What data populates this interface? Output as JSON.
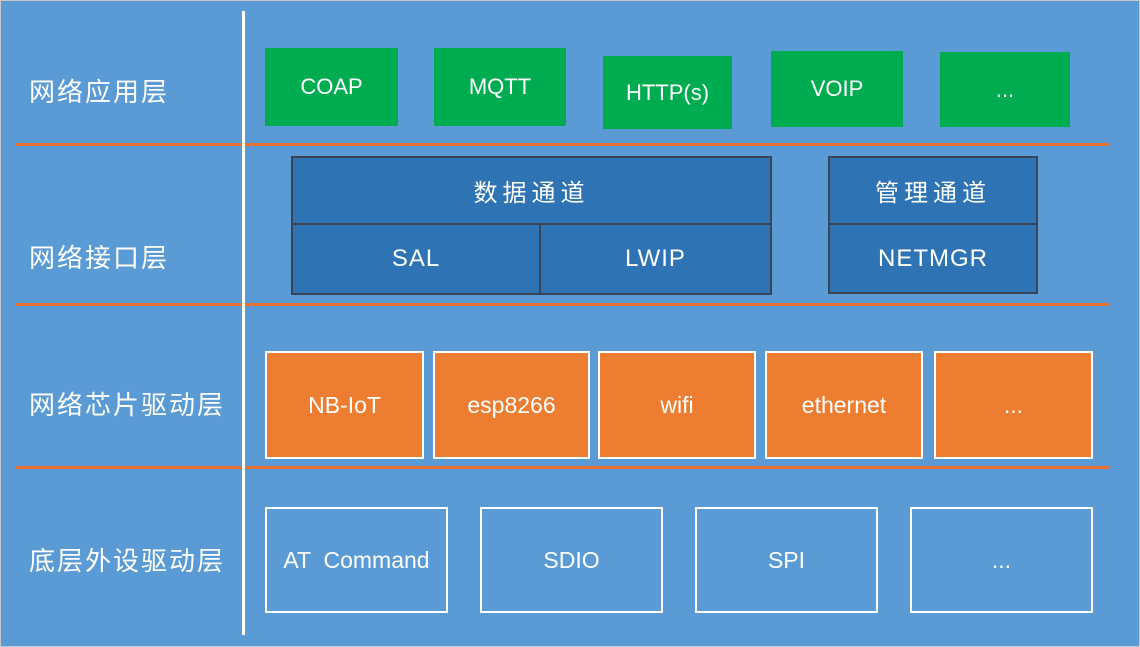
{
  "layers": [
    {
      "label": "网络应用层"
    },
    {
      "label": "网络接口层"
    },
    {
      "label": "网络芯片驱动层"
    },
    {
      "label": "底层外设驱动层"
    }
  ],
  "app_layer": {
    "boxes": [
      "COAP",
      "MQTT",
      "HTTP(s)",
      "VOIP",
      "..."
    ]
  },
  "interface_layer": {
    "data_channel": {
      "title": "数据通道",
      "children": [
        "SAL",
        "LWIP"
      ]
    },
    "mgmt_channel": {
      "title": "管理通道",
      "children": [
        "NETMGR"
      ]
    }
  },
  "chip_driver_layer": {
    "boxes": [
      "NB-IoT",
      "esp8266",
      "wifi",
      "ethernet",
      "..."
    ]
  },
  "peripheral_layer": {
    "boxes": [
      "AT  Command",
      "SDIO",
      "SPI",
      "..."
    ]
  },
  "colors": {
    "background": "#5B9BD5",
    "app_box": "#00AC50",
    "interface_box": "#2E74B5",
    "interface_border": "#3A4454",
    "chip_box": "#ED7D31",
    "divider_line": "#E97132",
    "text": "#FFFFFF"
  }
}
